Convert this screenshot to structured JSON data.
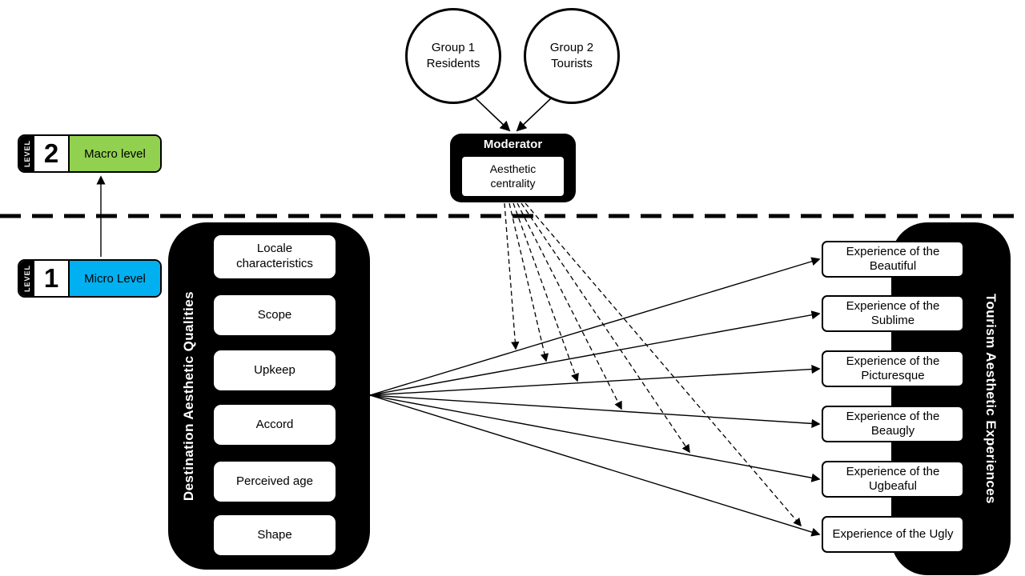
{
  "colors": {
    "macro_level_green": "#92d050",
    "micro_level_blue": "#00b0f0",
    "panel_black": "#000000"
  },
  "groups": {
    "group1": "Group 1 Residents",
    "group2": "Group 2 Tourists"
  },
  "moderator": {
    "title": "Moderator",
    "variable": "Aesthetic centrality"
  },
  "levels": {
    "level2": {
      "strip": "LEVEL",
      "number": "2",
      "label": "Macro level"
    },
    "level1": {
      "strip": "LEVEL",
      "number": "1",
      "label": "Micro Level"
    }
  },
  "qualities": {
    "title": "Destination Aesthetic Qualities",
    "items": [
      "Locale characteristics",
      "Scope",
      "Upkeep",
      "Accord",
      "Perceived age",
      "Shape"
    ]
  },
  "experiences": {
    "title": "Tourism Aesthetic Experiences",
    "items": [
      "Experience of the Beautiful",
      "Experience of the Sublime",
      "Experience of the Picturesque",
      "Experience of the Beaugly",
      "Experience of the Ugbeaful",
      "Experience of the Ugly"
    ]
  }
}
